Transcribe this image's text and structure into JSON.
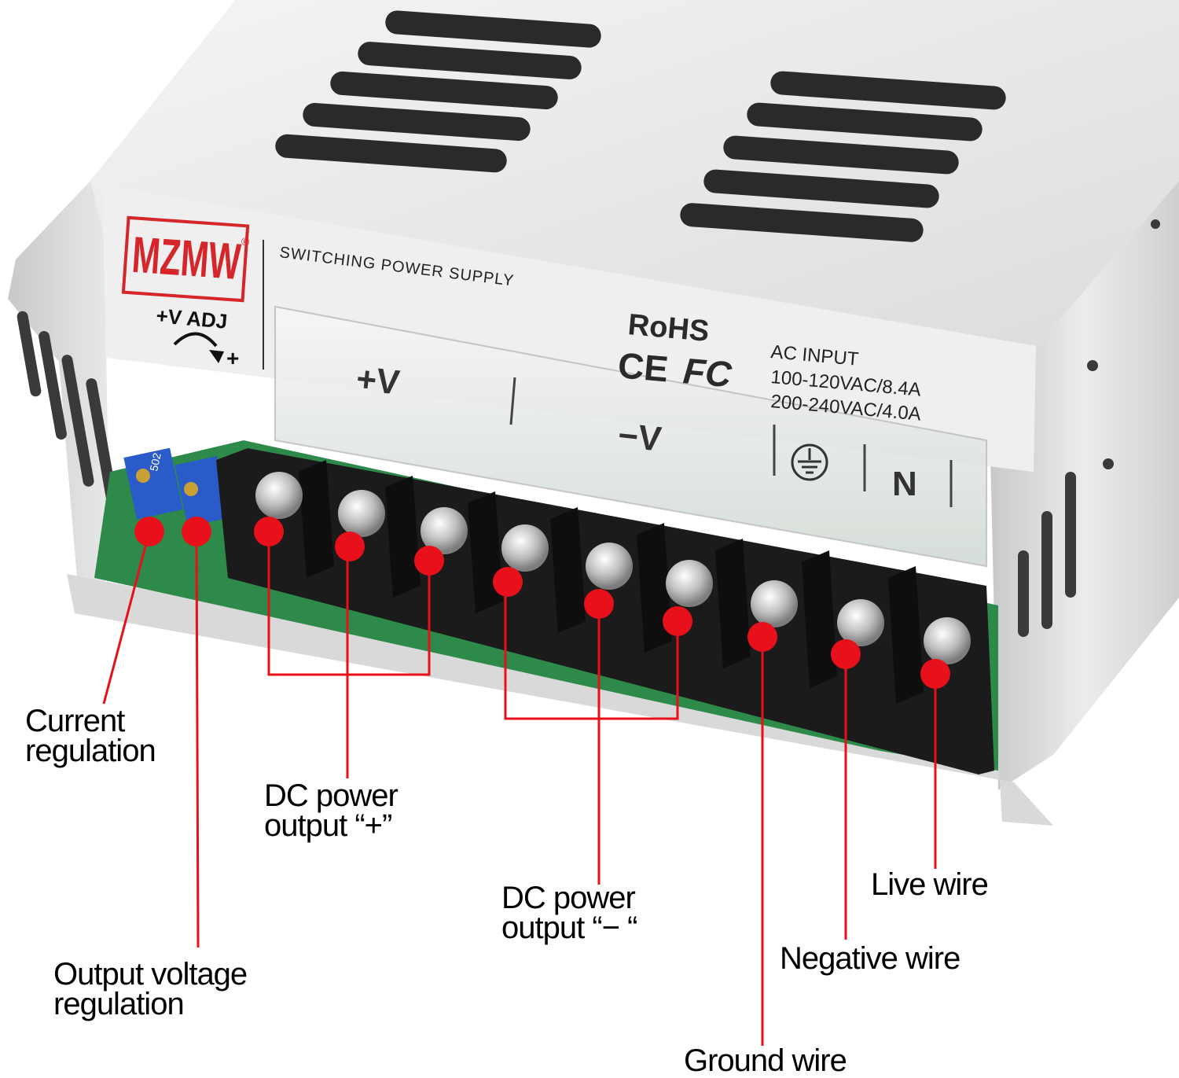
{
  "product": {
    "brand_logo": "MZMW",
    "brand_mark": "®",
    "subtitle": "SWITCHING POWER SUPPLY",
    "adj_label": "+V ADJ",
    "adj_arrow_sign": "+",
    "rohs": "RoHS",
    "ce": "CE",
    "fc": "FC",
    "ac_input_title": "AC INPUT",
    "ac_input_line1": "100-120VAC/8.4A",
    "ac_input_line2": "200-240VAC/4.0A",
    "terminal_plus": "+V",
    "terminal_minus": "−V",
    "terminal_n": "N",
    "trimmer_text": "502"
  },
  "callouts": {
    "current_regulation": {
      "line1": "Current",
      "line2": "regulation"
    },
    "dc_output_plus": {
      "line1": "DC power",
      "line2": "output  “+”"
    },
    "dc_output_minus": {
      "line1": "DC power",
      "line2": "output  “−  “"
    },
    "output_voltage_regulation": {
      "line1": "Output voltage",
      "line2": "regulation"
    },
    "live_wire": "Live wire",
    "negative_wire": "Negative wire",
    "ground_wire": "Ground wire"
  },
  "colors": {
    "callout_red": "#e8101a",
    "logo_red": "#d5262b",
    "terminal_black": "#1b1b1b",
    "pcb_green": "#2d8a4a",
    "trimmer_blue": "#2a5bc8",
    "case_silver": "#e6e6e6"
  }
}
